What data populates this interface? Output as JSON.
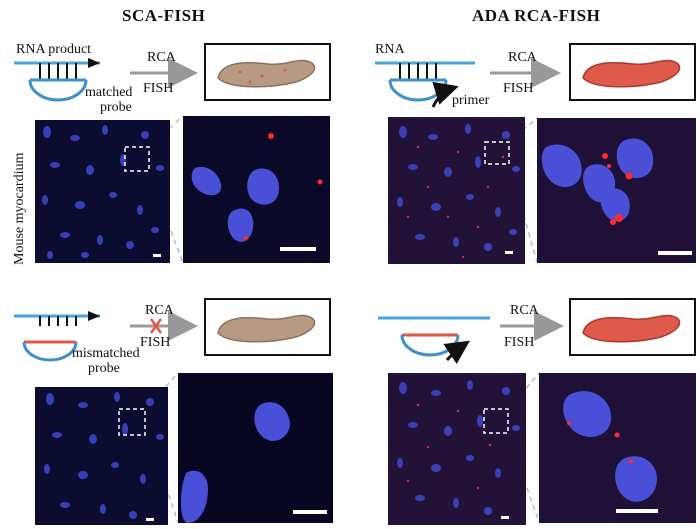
{
  "titles": {
    "left": "SCA-FISH",
    "right": "ADA RCA-FISH"
  },
  "side_label": "Mouse myocardium",
  "top_left": {
    "rna_label": "RNA product",
    "probe_label_line1": "matched",
    "probe_label_line2": "probe",
    "rca_label": "RCA",
    "fish_label": "FISH"
  },
  "top_right": {
    "rna_label": "RNA",
    "primer_label": "primer",
    "rca_label": "RCA",
    "fish_label": "FISH"
  },
  "bottom_left": {
    "probe_label_line1": "mismatched",
    "probe_label_line2": "probe",
    "rca_label": "RCA",
    "fish_label": "FISH"
  },
  "bottom_right": {
    "rca_label": "RCA",
    "fish_label": "FISH"
  },
  "colors": {
    "rna_line": "#4aa3d6",
    "probe": "#3f8fc9",
    "mismatch_probe_bar": "#e0544a",
    "arrow_gray": "#999999",
    "cell_tan": "#b89a84",
    "cell_red": "#e05a4c",
    "nucleus_blue": "#4a4fd8",
    "signal_red": "#ff2a2a",
    "scale_bar": "#ffffff"
  }
}
